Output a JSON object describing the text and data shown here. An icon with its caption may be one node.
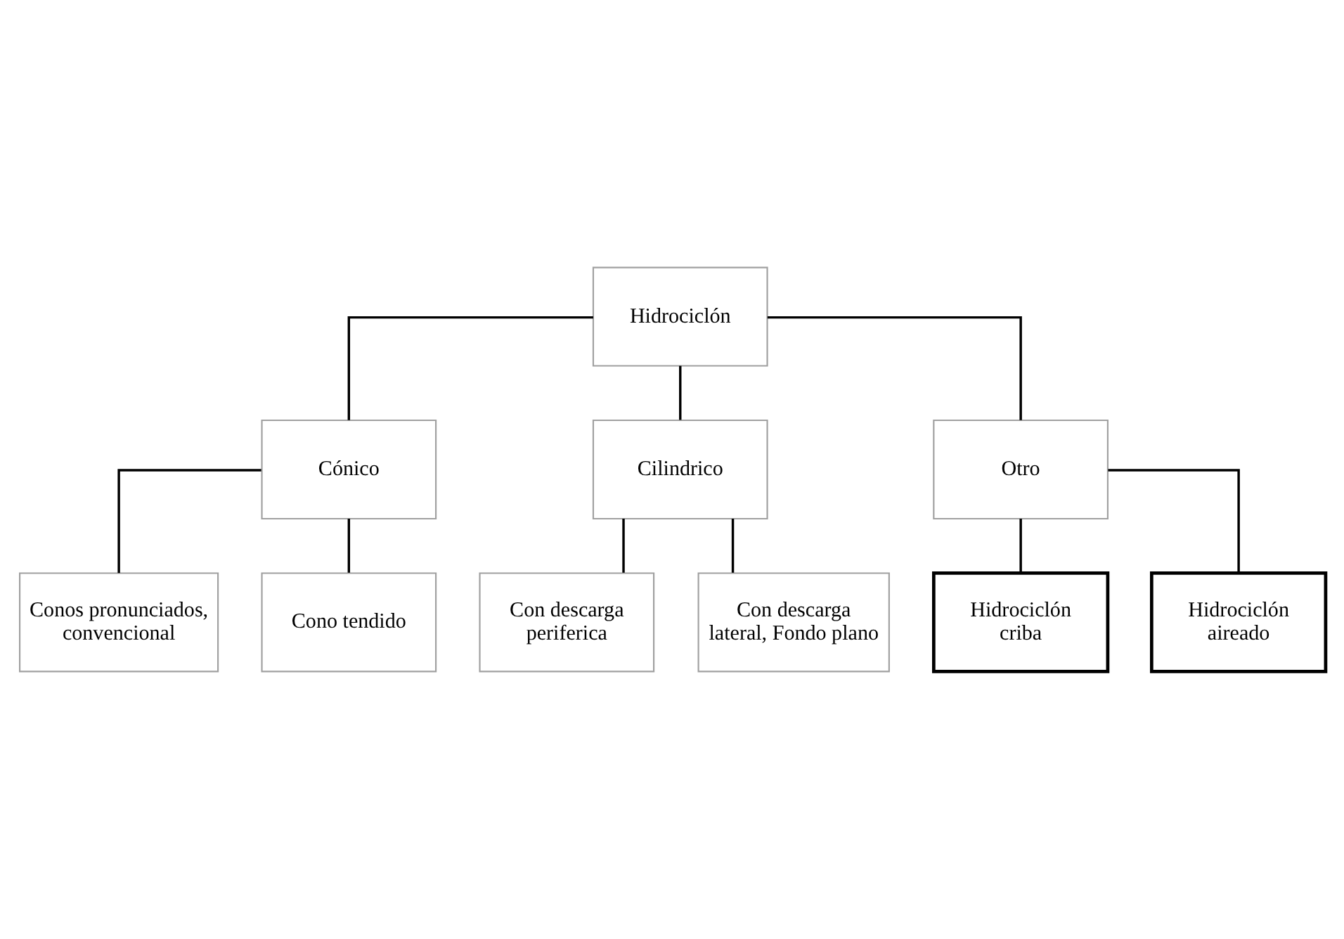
{
  "diagram": {
    "nodes": [
      {
        "text": [
          "Hidrociclón"
        ]
      },
      {
        "text": [
          "Cónico"
        ]
      },
      {
        "text": [
          "Cilindrico"
        ]
      },
      {
        "text": [
          "Otro"
        ]
      },
      {
        "text": [
          "Conos pronunciados, convencional"
        ]
      },
      {
        "text": [
          "Cono tendido"
        ]
      },
      {
        "text": [
          "Con descarga periferica"
        ]
      },
      {
        "text": [
          "Con descarga lateral, Fondo plano"
        ]
      },
      {
        "text": [
          "Hidrociclón criba"
        ]
      },
      {
        "text": [
          "Hidrociclón aireado"
        ]
      }
    ],
    "edges": [
      {
        "from": 0,
        "to": 1,
        "arrow": "none"
      },
      {
        "from": 0,
        "to": 2,
        "arrow": "none"
      },
      {
        "from": 0,
        "to": 3,
        "arrow": "none"
      },
      {
        "from": 1,
        "to": 4,
        "arrow": "none"
      },
      {
        "from": 1,
        "to": 5,
        "arrow": "none"
      },
      {
        "from": 2,
        "to": 6,
        "arrow": "none"
      },
      {
        "from": 2,
        "to": 7,
        "arrow": "none"
      },
      {
        "from": 3,
        "to": 8,
        "arrow": "none"
      },
      {
        "from": 3,
        "to": 9,
        "arrow": "none"
      }
    ]
  }
}
